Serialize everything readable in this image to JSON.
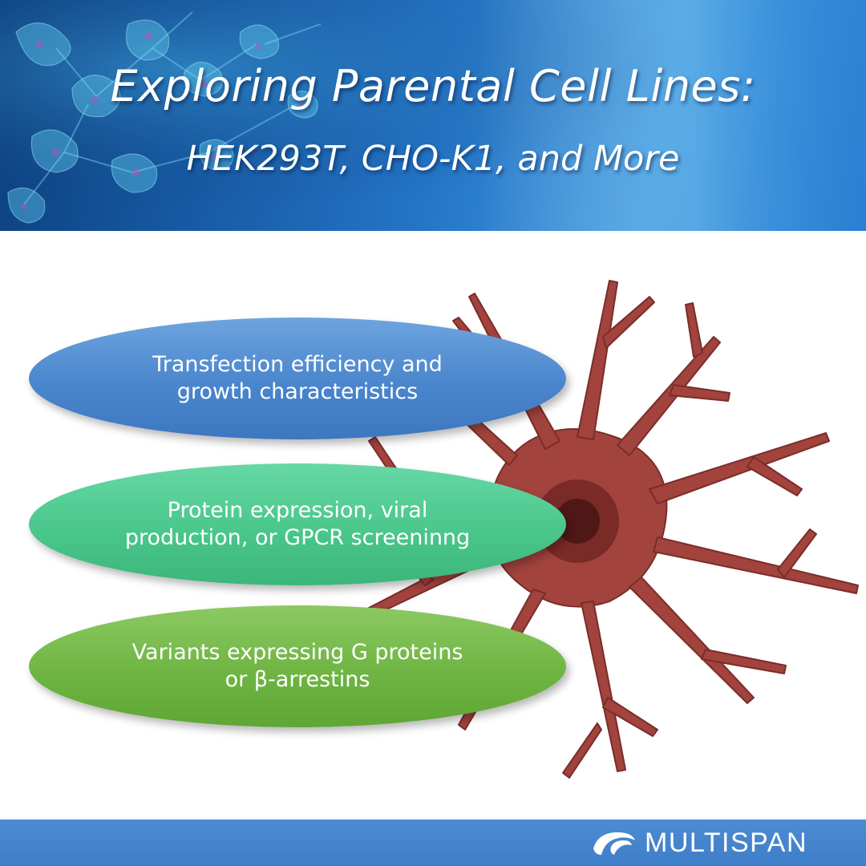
{
  "header": {
    "title": "Exploring Parental Cell Lines:",
    "subtitle": "HEK293T, CHO-K1, and More"
  },
  "ovals": [
    {
      "lines": [
        "Transfection efficiency and",
        "growth characteristics"
      ],
      "color": "#4a86cd"
    },
    {
      "lines": [
        "Protein expression, viral",
        "production, or GPCR screeninng"
      ],
      "color": "#4ac78b"
    },
    {
      "lines": [
        "Variants expressing G proteins",
        "or β-arrestins"
      ],
      "color": "#6fb543"
    }
  ],
  "illustration": {
    "icon": "neuron-icon",
    "color": "#a2433d"
  },
  "footer": {
    "logo_text": "MULTISPAN",
    "logo_icon": "multispan-logo-icon",
    "color": "#4587cd"
  }
}
